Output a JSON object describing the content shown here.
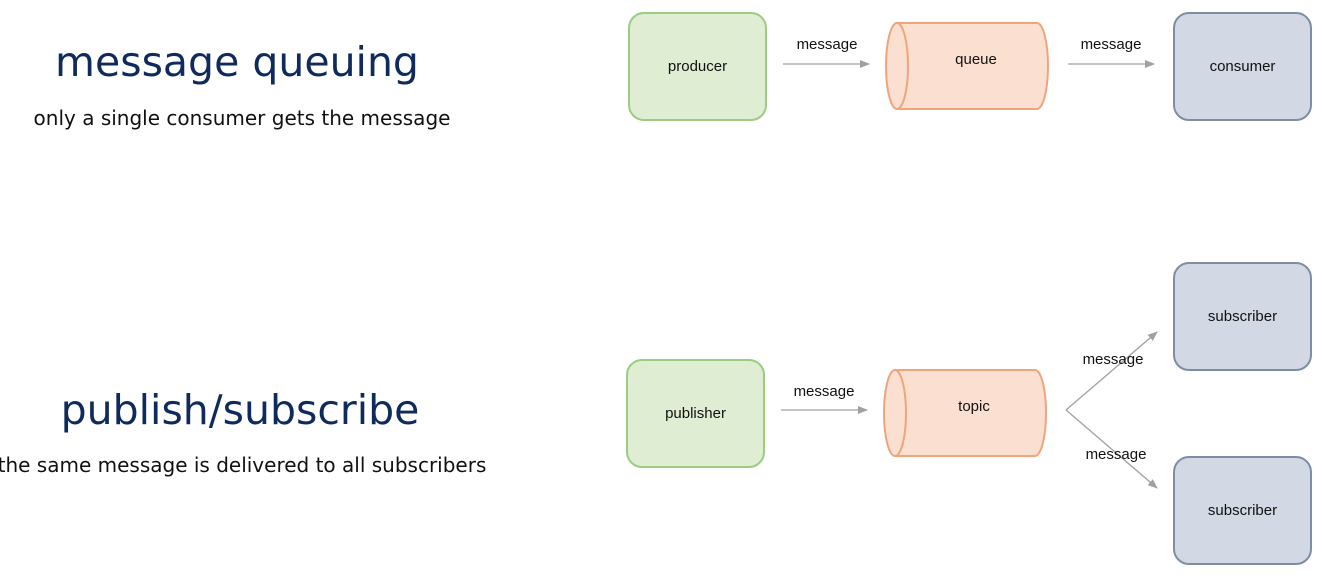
{
  "queuing": {
    "title": "message queuing",
    "subtitle": "only a single consumer gets the message",
    "producer": "producer",
    "queue": "queue",
    "consumer": "consumer",
    "edge_label_1": "message",
    "edge_label_2": "message"
  },
  "pubsub": {
    "title": "publish/subscribe",
    "subtitle": "the same message is delivered to all subscribers",
    "publisher": "publisher",
    "topic": "topic",
    "subscriber_1": "subscriber",
    "subscriber_2": "subscriber",
    "edge_label_1": "message",
    "edge_label_2": "message",
    "edge_label_3": "message"
  },
  "colors": {
    "title": "#0f2a5c",
    "producer_fill": "#dfeed3",
    "producer_border": "#9ccb84",
    "queue_fill": "#fbe0d1",
    "queue_border": "#eea57e",
    "consumer_fill": "#d2d9e4",
    "consumer_border": "#7f8da3",
    "arrow": "#a0a0a0"
  }
}
